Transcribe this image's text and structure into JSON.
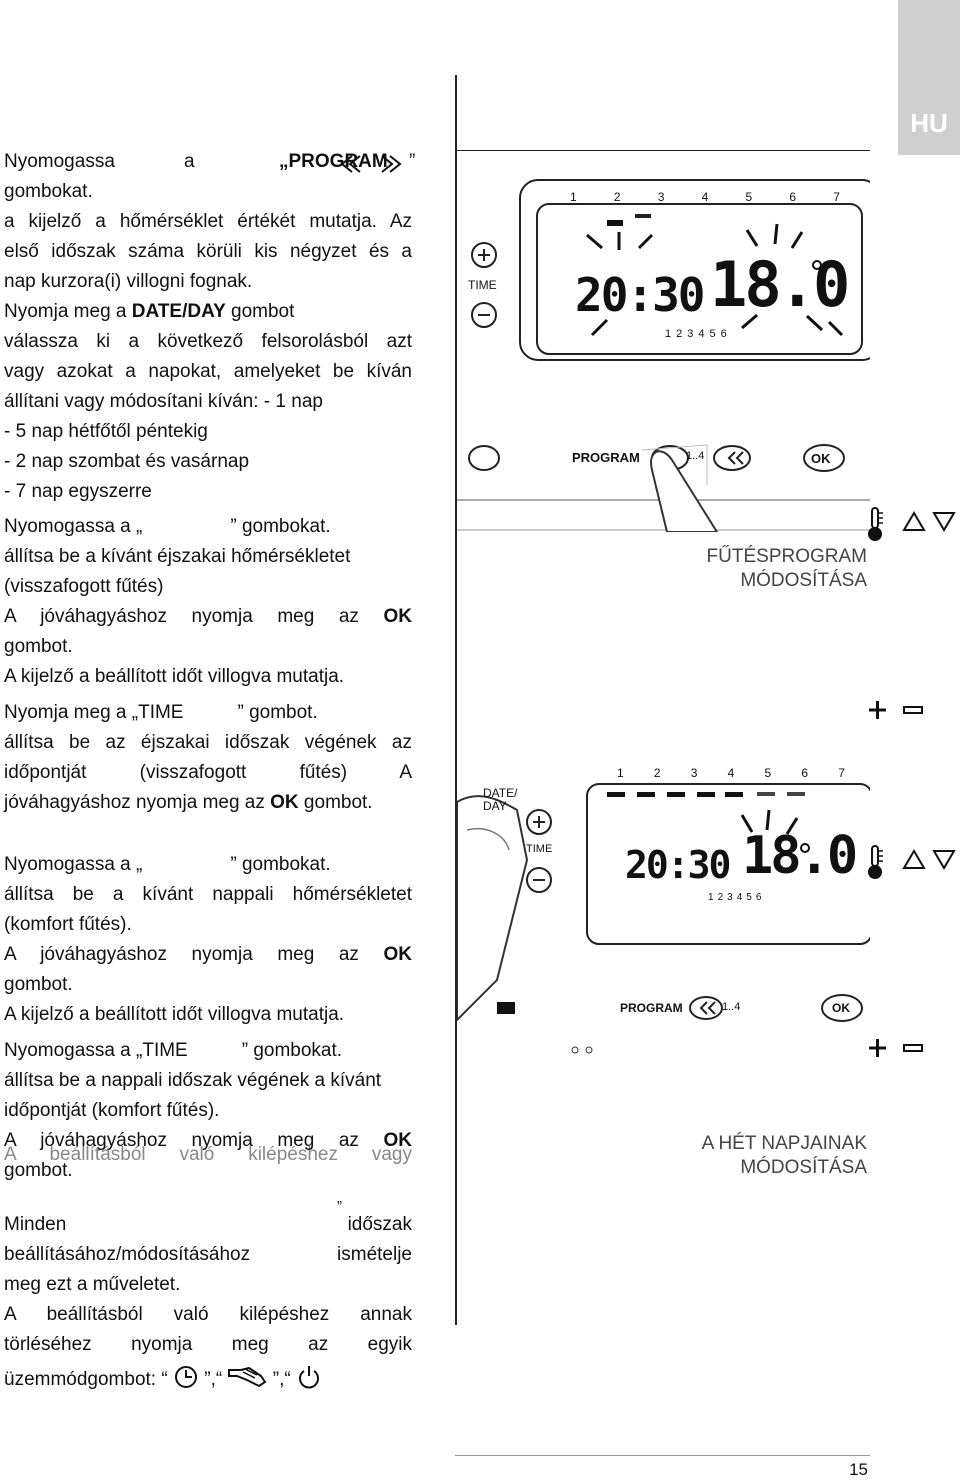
{
  "tab": {
    "label": "HU"
  },
  "step1": {
    "l1": [
      "Nyomogassa",
      "a",
      "„PROGRAM",
      "”"
    ],
    "l2": "gombokat.",
    "l3": "a kijelző a hőmérséklet értékét mutatja. Az",
    "l4": "első időszak száma körüli kis négyzet és a",
    "l5": "nap kurzora(i) villogni fognak."
  },
  "step2": {
    "l1a": "Nyomja meg a ",
    "l1b": "DATE/DAY",
    "l1c": " gombot",
    "l2": "válassza ki a következő felsorolásból azt",
    "l3": "vagy azokat a napokat, amelyeket be kíván",
    "l4": "állítani vagy módosítani kíván: - 1 nap",
    "l5": "- 5 nap hétfőtől péntekig",
    "l6": "- 2 nap szombat és vasárnap",
    "l7": "- 7 nap egyszerre"
  },
  "step3": {
    "l1a": "Nyomogassa a „",
    "l1b": "” gombokat.",
    "l2": "állítsa be a kívánt éjszakai hőmérsékletet",
    "l3": "(visszafogott fűtés)",
    "l4a": "A jóváhagyáshoz nyomja meg az ",
    "l4b": "OK",
    "l5": "gombot.",
    "l6": "A kijelző a beállított időt villogva mutatja."
  },
  "step4": {
    "l1a": "Nyomja meg a „TIME",
    "l1b": "” gombot.",
    "l2": "állítsa be az éjszakai időszak végének az",
    "l3": "időpontját (visszafogott fűtés) A",
    "l4a": "jóváhagyáshoz nyomja meg az ",
    "l4b": "OK",
    "l4c": " gombot."
  },
  "step5": {
    "l1a": "Nyomogassa a „",
    "l1b": "” gombokat.",
    "l2": "állítsa be a kívánt nappali hőmérsékletet",
    "l3": "(komfort fűtés).",
    "l4a": "A jóváhagyáshoz nyomja meg az ",
    "l4b": "OK",
    "l5": "gombot.",
    "l6": "A kijelző a beállított időt villogva mutatja."
  },
  "step6": {
    "l1a": "Nyomogassa a „TIME",
    "l1b": "” gombokat.",
    "l2": "állítsa be a nappali időszak végének a kívánt",
    "l3": "időpontját (komfort fűtés).",
    "l4a": "A jóváhagyáshoz nyomja meg az ",
    "l4b": "OK",
    "ghost": "A beállításból való kilépéshez vagy",
    "l5": "gombot."
  },
  "step7": {
    "l1a": "Minden",
    "quote": "”",
    "l1b": "időszak",
    "l2a": "beállításához/módosításához",
    "l2b": "ismételje",
    "l3": "meg ezt a műveletet.",
    "l4": "A beállításból való kilépéshez annak",
    "l5": "törléséhez nyomja meg az egyik",
    "l6": "üzemmódgombot: “",
    "sep1": "”,“",
    "sep2": "”,“"
  },
  "figure1": {
    "days": [
      "1",
      "2",
      "3",
      "4",
      "5",
      "6",
      "7"
    ],
    "time": "20:30",
    "temp": "18.0",
    "periods": [
      "1",
      "2",
      "3",
      "4",
      "5",
      "6"
    ],
    "time_label": "TIME",
    "program_label": "PROGRAM",
    "ok_label": "OK",
    "nav": "1..4"
  },
  "caption1": {
    "l1": "FŰTÉSPROGRAM",
    "l2": "MÓDOSÍTÁSA"
  },
  "figure2": {
    "days": [
      "1",
      "2",
      "3",
      "4",
      "5",
      "6",
      "7"
    ],
    "time": "20:30",
    "temp": "18.0",
    "periods": [
      "1",
      "2",
      "3",
      "4",
      "5",
      "6"
    ],
    "datday_label": "DATE/\nDAY",
    "time_label": "TIME",
    "program_label": "PROGRAM",
    "ok_label": "OK",
    "nav": "1..4"
  },
  "caption2": {
    "l1": "A HÉT NAPJAINAK",
    "l2": "MÓDOSÍTÁSA"
  },
  "page": {
    "number": "15"
  }
}
